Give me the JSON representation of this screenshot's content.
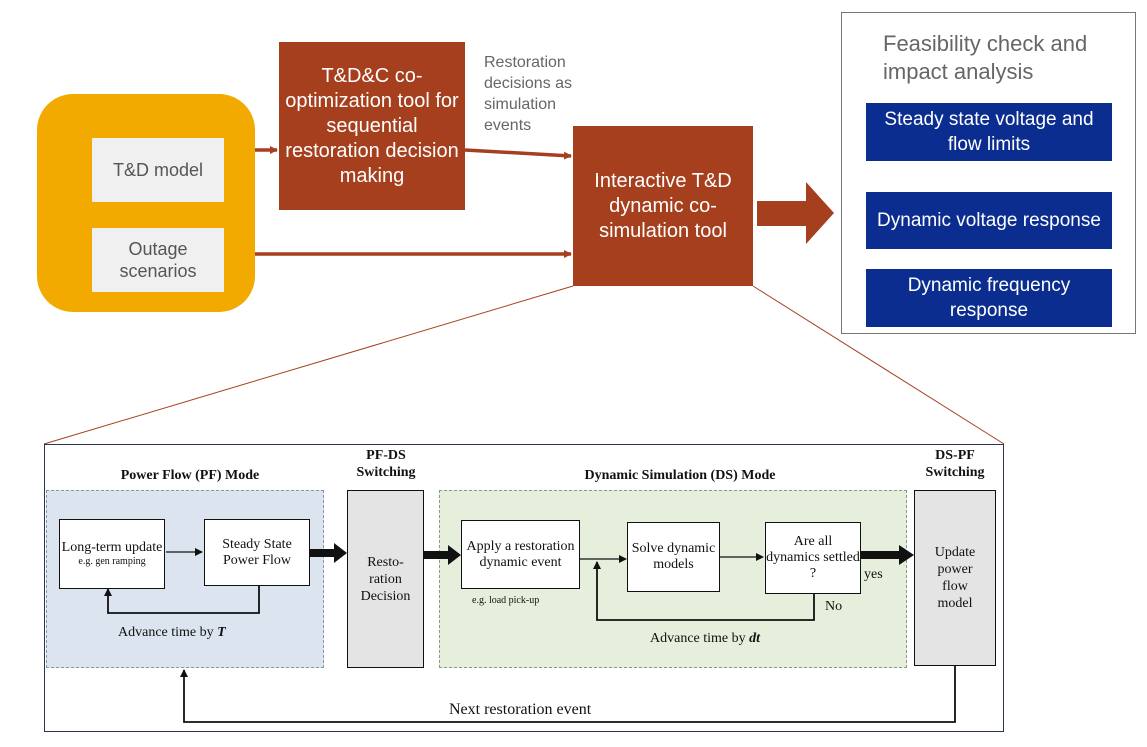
{
  "top": {
    "inputs": {
      "td_model": "T&D model",
      "outage_scenarios": "Outage scenarios"
    },
    "optimization_tool": "T&D&C co-optimization tool for sequential restoration decision making",
    "restoration_note": "Restoration decisions as simulation events",
    "cosim_tool": "Interactive T&D dynamic co-simulation tool",
    "feasibility": {
      "title": "Feasibility check and impact analysis",
      "items": [
        "Steady state voltage and flow limits",
        "Dynamic voltage response",
        "Dynamic frequency response"
      ]
    }
  },
  "bottom": {
    "pf_mode": {
      "title": "Power Flow (PF) Mode",
      "long_term_title": "Long-term update",
      "long_term_note": "e.g. gen ramping",
      "steady_state": "Steady State Power Flow",
      "advance_label": "Advance time by",
      "advance_var": "T"
    },
    "pf_ds_switching": {
      "title": "PF-DS Switching",
      "box": "Resto-ration Decision"
    },
    "ds_mode": {
      "title": "Dynamic Simulation (DS) Mode",
      "apply_event": "Apply a restoration dynamic event",
      "apply_note": "e.g. load pick-up",
      "solve": "Solve dynamic models",
      "settled": "Are all dynamics settled ?",
      "no_label": "No",
      "yes_label": "yes",
      "advance_label": "Advance time by",
      "advance_var": "dt"
    },
    "ds_pf_switching": {
      "title": "DS-PF Switching",
      "box": "Update power flow model"
    },
    "next_event": "Next restoration event"
  },
  "colors": {
    "input_panel": "#f2a900",
    "tool_box": "#a63f1e",
    "feasibility_box": "#0b2d8f"
  }
}
